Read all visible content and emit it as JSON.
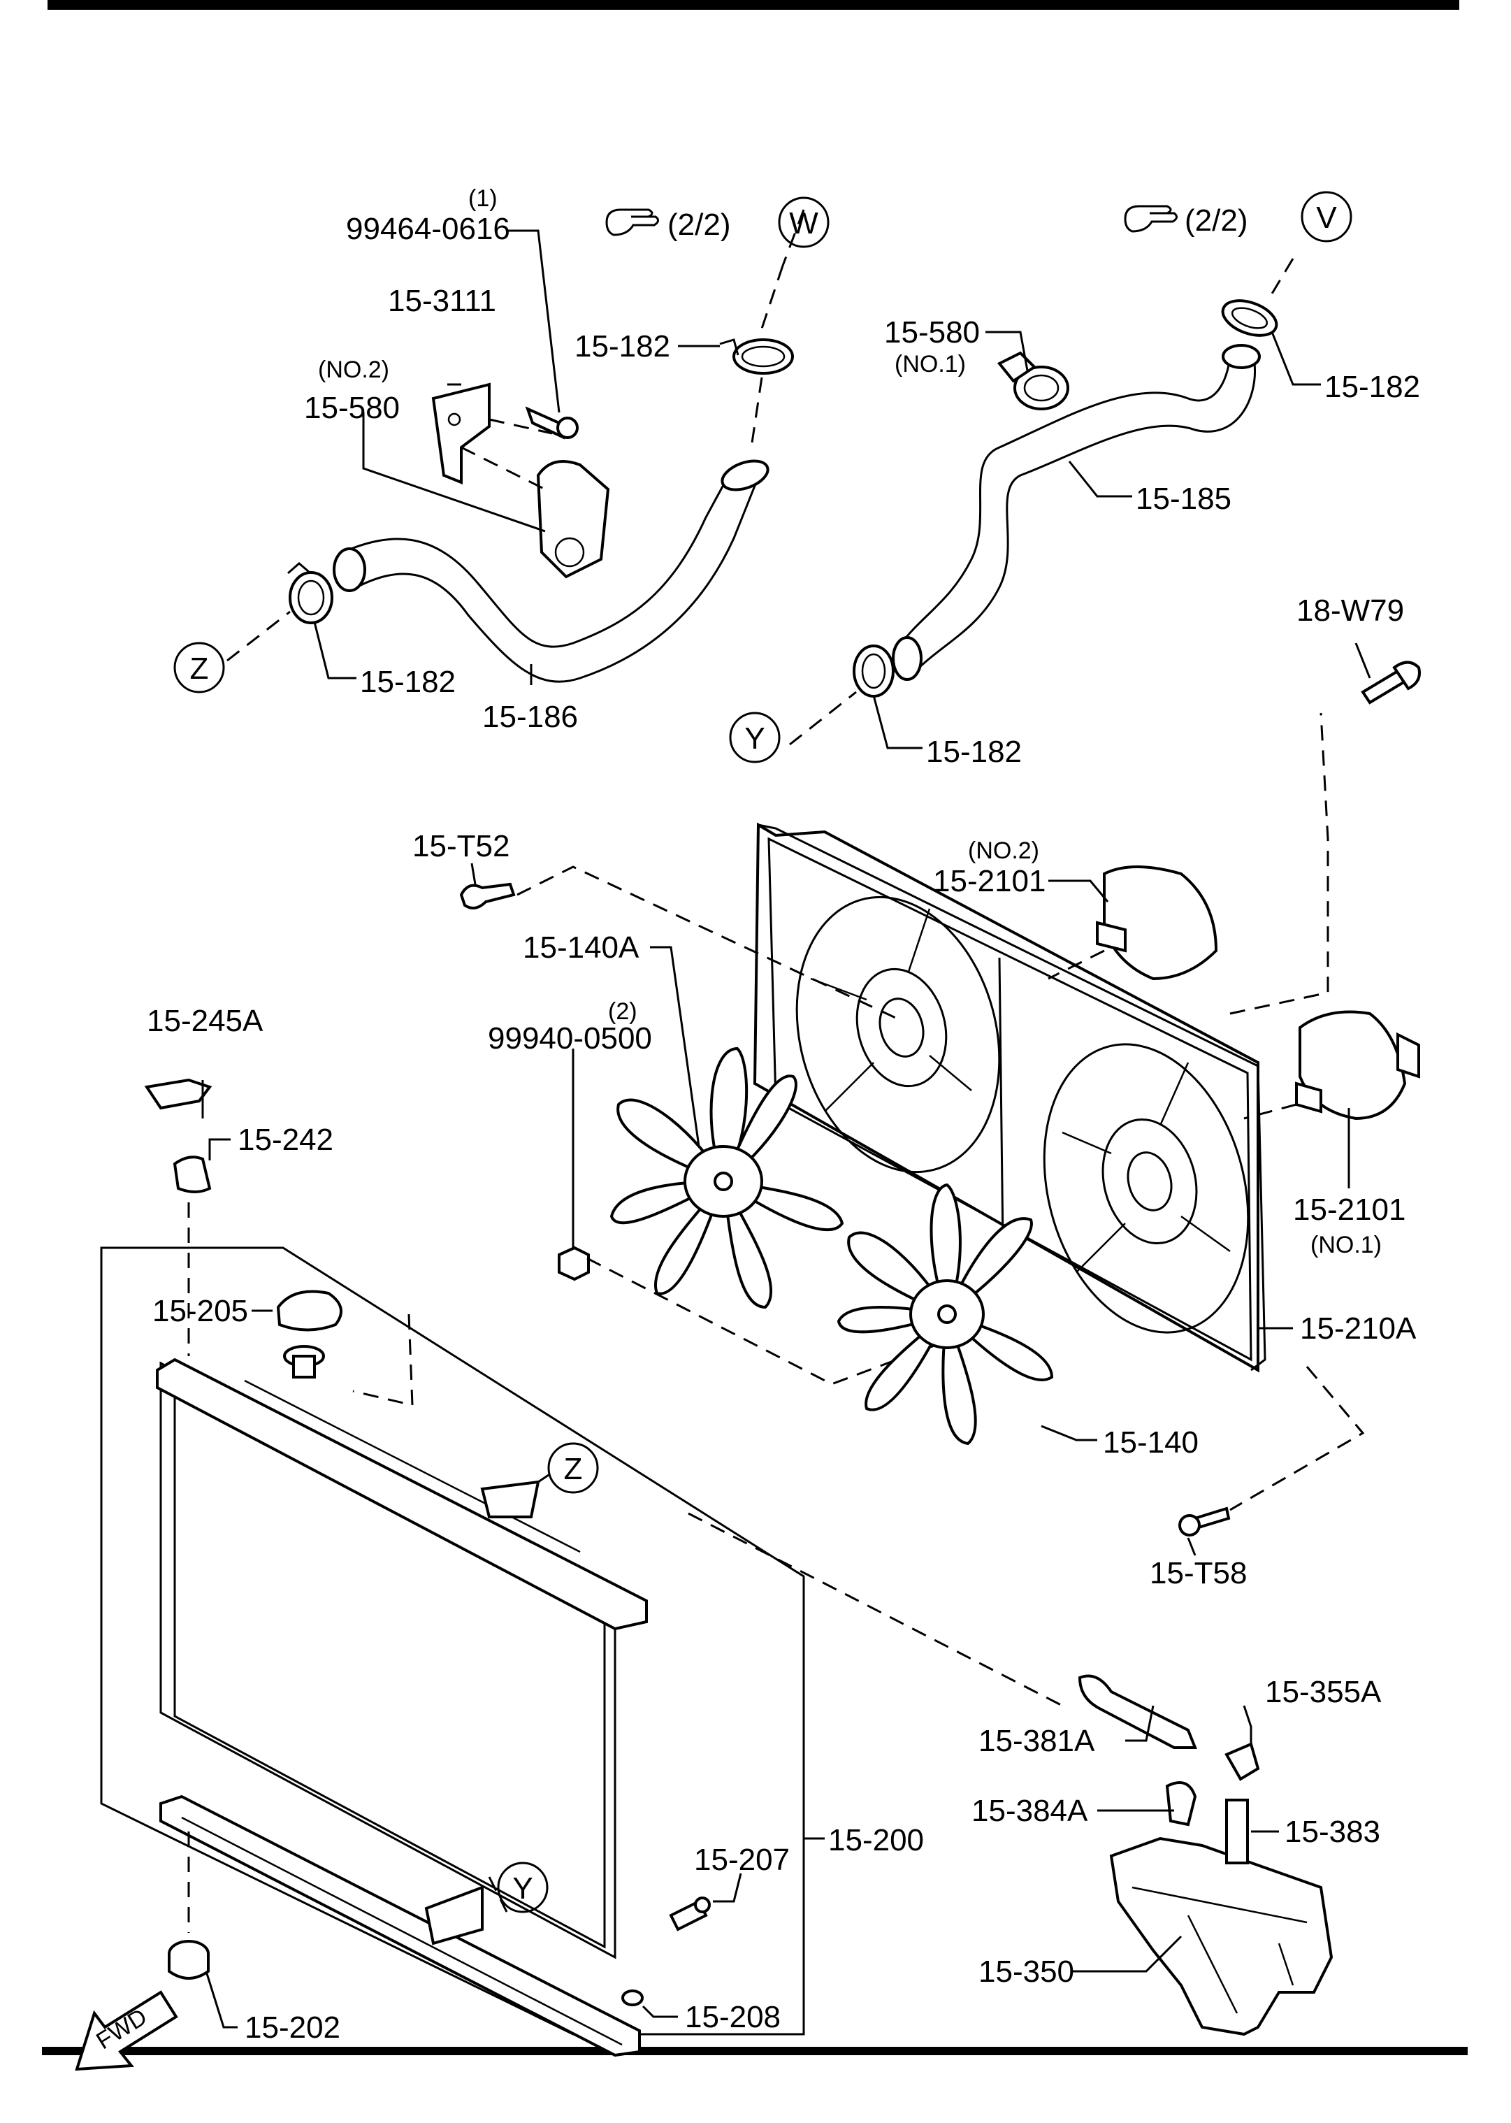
{
  "callout_refs": {
    "W": "W",
    "V": "V",
    "Z": "Z",
    "Y": "Y",
    "ref_text_w": "(2/2)",
    "ref_text_v": "(2/2)"
  },
  "labels": {
    "qty_1": "(1)",
    "p_99464_0616": "99464-0616",
    "p_15_3111": "15-3111",
    "no2_a": "(NO.2)",
    "p_15_580_no2": "15-580",
    "p_15_182_w": "15-182",
    "p_15_182_z": "15-182",
    "p_15_186": "15-186",
    "p_15_580_no1": "15-580",
    "no1_a": "(NO.1)",
    "p_15_182_v": "15-182",
    "p_15_185": "15-185",
    "p_15_182_y": "15-182",
    "p_18_w79": "18-W79",
    "p_15_t52": "15-T52",
    "no2_b": "(NO.2)",
    "p_15_2101_no2": "15-2101",
    "p_15_140a": "15-140A",
    "qty_2": "(2)",
    "p_99940_0500": "99940-0500",
    "p_15_245a": "15-245A",
    "p_15_242": "15-242",
    "p_15_2101_no1": "15-2101",
    "no1_b": "(NO.1)",
    "p_15_205": "15-205",
    "p_15_210a": "15-210A",
    "p_15_140": "15-140",
    "p_15_t58": "15-T58",
    "p_15_355a": "15-355A",
    "p_15_381a": "15-381A",
    "p_15_384a": "15-384A",
    "p_15_383": "15-383",
    "p_15_200": "15-200",
    "p_15_207": "15-207",
    "p_15_208": "15-208",
    "p_15_202": "15-202",
    "p_15_350": "15-350",
    "fwd": "FWD"
  },
  "icons": [
    "pointing-hand-icon",
    "fwd-arrow-icon"
  ]
}
